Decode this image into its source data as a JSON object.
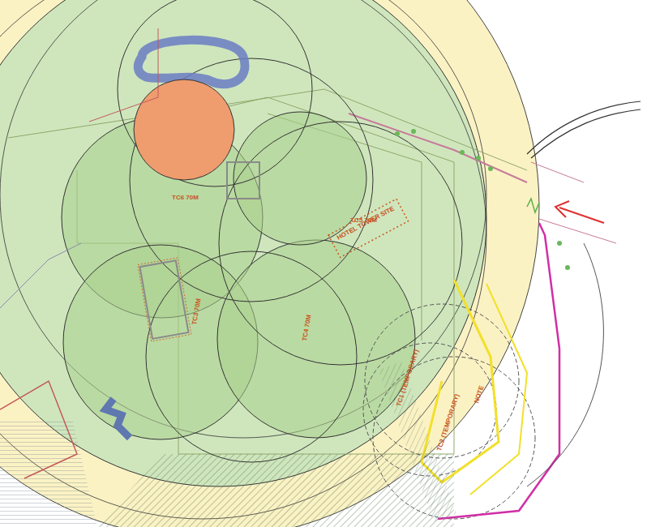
{
  "diagram": {
    "nodes": [
      {
        "text": [
          "HOTEL TOWER SITE"
        ]
      }
    ],
    "labels": [
      "TC6 70M",
      "TC5 70M",
      "TC3 70M",
      "TC4 70M",
      "TC1 (TEMPORARY)",
      "TC2 (TEMPORARY)",
      "NOTE"
    ]
  }
}
